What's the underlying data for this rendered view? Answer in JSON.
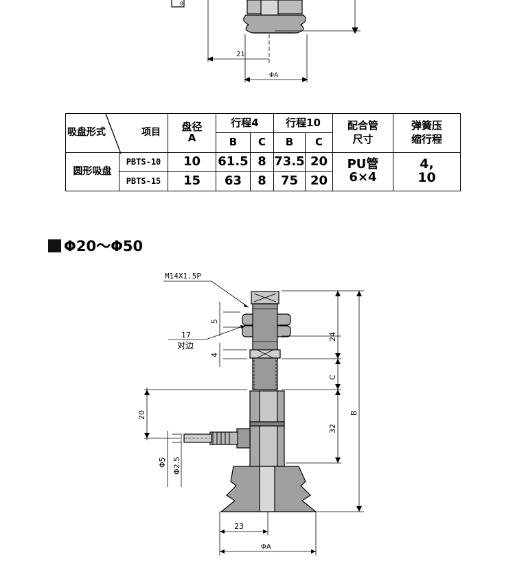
{
  "top_drawing": {
    "dim_21": "21",
    "dim_phiA": "ΦA",
    "partial_label": "θ"
  },
  "table": {
    "corner_left": "吸盘形式",
    "corner_right": "项目",
    "col_disc": "盘径",
    "col_disc_sub": "A",
    "col_stroke4": "行程4",
    "col_stroke10": "行程10",
    "sub_b": "B",
    "sub_c": "C",
    "col_pipe_l1": "配合管",
    "col_pipe_l2": "尺寸",
    "col_spring_l1": "弹簧压",
    "col_spring_l2": "缩行程",
    "row_group": "圆形吸盘",
    "rows": [
      {
        "model": "PBTS-10",
        "disc": "10",
        "b4": "61.5",
        "c4": "8",
        "b10": "73.5",
        "c10": "20"
      },
      {
        "model": "PBTS-15",
        "disc": "15",
        "b4": "63",
        "c4": "8",
        "b10": "75",
        "c10": "20"
      }
    ],
    "pipe_l1": "PU管",
    "pipe_l2": "6×4",
    "spring_l1": "4,",
    "spring_l2": "10"
  },
  "section_title": "Φ20～Φ50",
  "drawing": {
    "thread": "M14X1.5P",
    "across_flats_num": "17",
    "across_flats_txt": "对边",
    "dim_5": "5",
    "dim_4": "4",
    "dim_20": "20",
    "dim_phi5": "Φ5",
    "dim_phi25": "Φ2.5",
    "dim_24": "24",
    "dim_C": "C",
    "dim_32": "32",
    "dim_B": "B",
    "dim_23": "23",
    "dim_phiA": "ΦA"
  }
}
